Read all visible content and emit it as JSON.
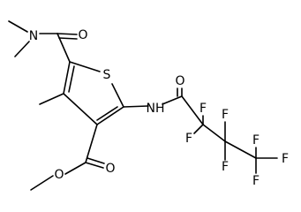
{
  "molecule": {
    "atoms": {
      "N_amide": "N",
      "O_amide": "O",
      "S_ring": "S",
      "NH": "NH",
      "O_butanoyl": "O",
      "O_ester_carbonyl": "O",
      "O_ester": "O",
      "F1": "F",
      "F2": "F",
      "F3": "F",
      "F4": "F",
      "F5": "F",
      "F6": "F",
      "F7": "F"
    },
    "colors": {
      "bond": "#000000",
      "label": "#000000",
      "background": "#ffffff"
    }
  }
}
